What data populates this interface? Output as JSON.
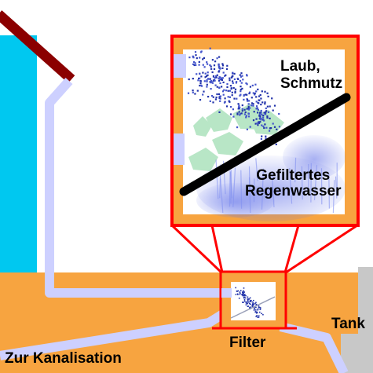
{
  "labels": {
    "leaves_line1": "Laub,",
    "leaves_line2": "Schmutz",
    "filtered_line1": "Gefiltertes",
    "filtered_line2": "Regenwasser",
    "sewer": "Zur Kanalisation",
    "filter": "Filter",
    "tank": "Tank"
  },
  "colors": {
    "wall": "#00c8f0",
    "ground": "#f7a440",
    "pipe": "#cdd0ff",
    "roof": "#8b0000",
    "frame": "#ff0000",
    "mesh": "#000000",
    "leaves": "#b8e6c6",
    "debris": "#2233aa",
    "water": "#5f6fe8",
    "tank": "#c8c8c8"
  }
}
